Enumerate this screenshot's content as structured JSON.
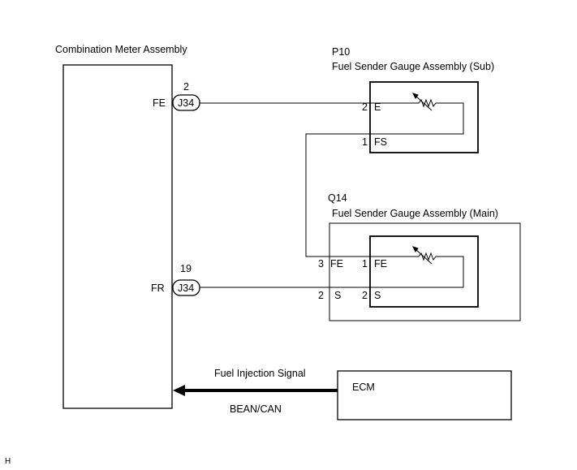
{
  "meter": {
    "title": "Combination Meter Assembly",
    "pin_fe": "FE",
    "pin_fr": "FR",
    "conn_fe_num": "2",
    "conn_fe_label": "J34",
    "conn_fr_num": "19",
    "conn_fr_label": "J34"
  },
  "sub_gauge": {
    "code": "P10",
    "title": "Fuel Sender Gauge Assembly (Sub)",
    "pin_e_num": "2",
    "pin_e_name": "E",
    "pin_fs_num": "1",
    "pin_fs_name": "FS"
  },
  "main_gauge": {
    "code": "Q14",
    "title": "Fuel Sender Gauge Assembly (Main)",
    "outer_fe_num": "3",
    "outer_fe_name": "FE",
    "outer_s_num": "2",
    "outer_s_name": "S",
    "inner_fe_num": "1",
    "inner_fe_name": "FE",
    "inner_s_num": "2",
    "inner_s_name": "S"
  },
  "ecm": {
    "label": "ECM",
    "signal": "Fuel Injection Signal",
    "bus": "BEAN/CAN"
  },
  "corner_mark": "H"
}
